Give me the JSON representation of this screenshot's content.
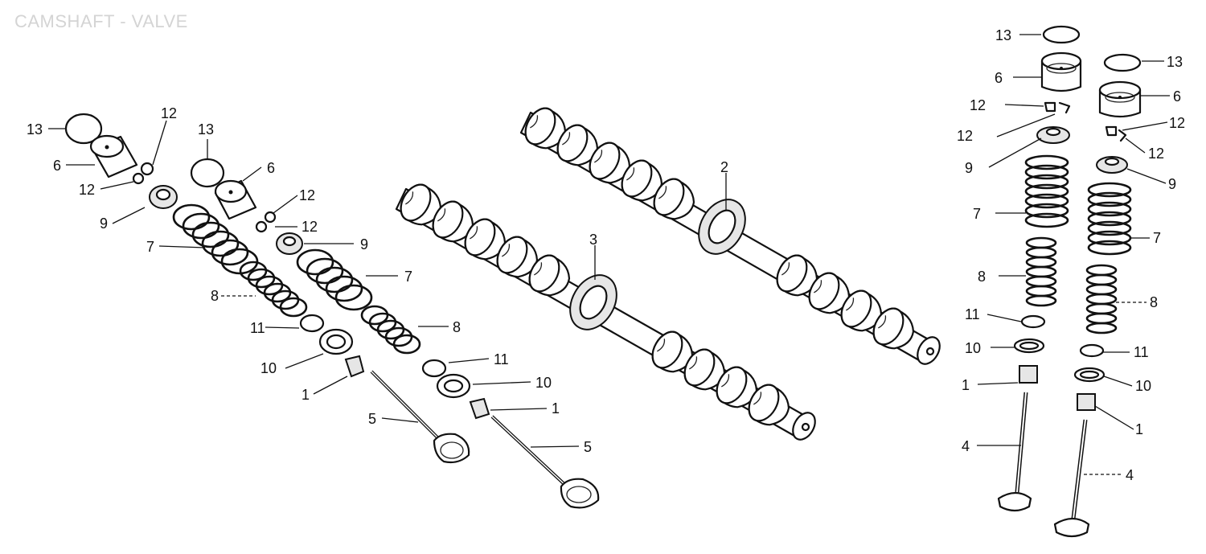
{
  "title": "CAMSHAFT - VALVE",
  "colors": {
    "ink": "#111111",
    "paper": "#ffffff",
    "title": "#d4d4d4"
  },
  "callouts": [
    {
      "id": "c13-ll",
      "text": "13"
    },
    {
      "id": "c12-ll-top",
      "text": "12"
    },
    {
      "id": "c6-ll",
      "text": "6"
    },
    {
      "id": "c12-ll",
      "text": "12"
    },
    {
      "id": "c9-ll",
      "text": "9"
    },
    {
      "id": "c7-ll",
      "text": "7"
    },
    {
      "id": "c8-ll",
      "text": "8"
    },
    {
      "id": "c11-ll",
      "text": "11"
    },
    {
      "id": "c10-ll",
      "text": "10"
    },
    {
      "id": "c1-ll",
      "text": "1"
    },
    {
      "id": "c5-ll",
      "text": "5"
    },
    {
      "id": "c13-lr",
      "text": "13"
    },
    {
      "id": "c6-lr",
      "text": "6"
    },
    {
      "id": "c12-lr-a",
      "text": "12"
    },
    {
      "id": "c12-lr-b",
      "text": "12"
    },
    {
      "id": "c9-lr",
      "text": "9"
    },
    {
      "id": "c7-lr",
      "text": "7"
    },
    {
      "id": "c8-lr",
      "text": "8"
    },
    {
      "id": "c11-lr",
      "text": "11"
    },
    {
      "id": "c10-lr",
      "text": "10"
    },
    {
      "id": "c1-lr",
      "text": "1"
    },
    {
      "id": "c5-lr",
      "text": "5"
    },
    {
      "id": "c2",
      "text": "2"
    },
    {
      "id": "c3",
      "text": "3"
    },
    {
      "id": "c13-rl",
      "text": "13"
    },
    {
      "id": "c6-rl",
      "text": "6"
    },
    {
      "id": "c12-rl-a",
      "text": "12"
    },
    {
      "id": "c12-rl-b",
      "text": "12"
    },
    {
      "id": "c9-rl",
      "text": "9"
    },
    {
      "id": "c7-rl",
      "text": "7"
    },
    {
      "id": "c8-rl",
      "text": "8"
    },
    {
      "id": "c11-rl",
      "text": "11"
    },
    {
      "id": "c10-rl",
      "text": "10"
    },
    {
      "id": "c1-rl",
      "text": "1"
    },
    {
      "id": "c4-rl",
      "text": "4"
    },
    {
      "id": "c13-rr",
      "text": "13"
    },
    {
      "id": "c6-rr",
      "text": "6"
    },
    {
      "id": "c12-rr-a",
      "text": "12"
    },
    {
      "id": "c12-rr-b",
      "text": "12"
    },
    {
      "id": "c9-rr",
      "text": "9"
    },
    {
      "id": "c7-rr",
      "text": "7"
    },
    {
      "id": "c8-rr",
      "text": "8"
    },
    {
      "id": "c11-rr",
      "text": "11"
    },
    {
      "id": "c10-rr",
      "text": "10"
    },
    {
      "id": "c1-rr",
      "text": "1"
    },
    {
      "id": "c4-rr",
      "text": "4"
    }
  ]
}
